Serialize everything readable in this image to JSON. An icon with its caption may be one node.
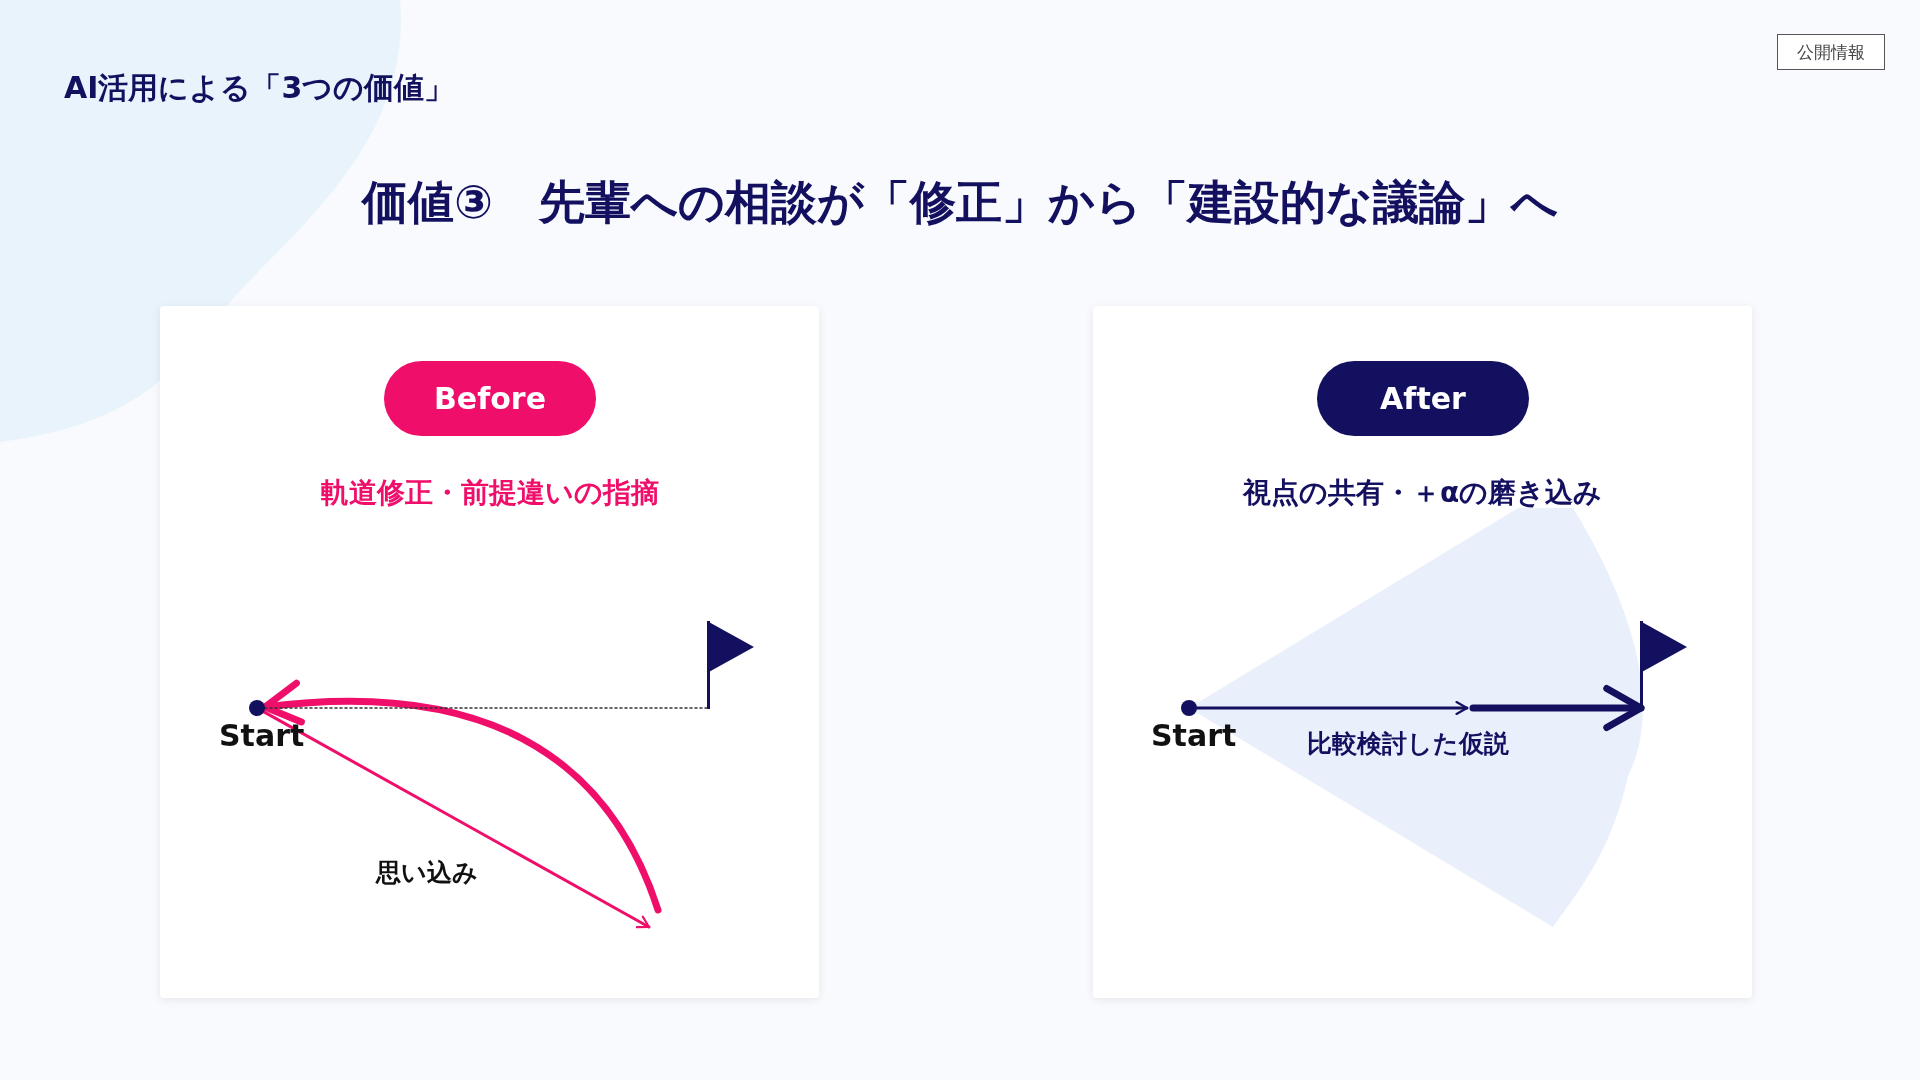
{
  "diagram": {
    "title": "価値③　先輩への相談が「修正」から「建設的な議論」へ",
    "nodes": [
      {
        "text": [],
        "shape": "box"
      },
      {
        "text": [
          "Before"
        ],
        "in": 0
      },
      {
        "text": [],
        "shape": "circle",
        "in": 0,
        "beside": [
          "Start"
        ]
      },
      {
        "text": [],
        "shape": "flag",
        "in": 0
      },
      {
        "text": [],
        "shape": "box"
      },
      {
        "text": [
          "After"
        ],
        "in": 4
      },
      {
        "text": [],
        "shape": "circle",
        "in": 4,
        "beside": [
          "Start"
        ]
      },
      {
        "text": [],
        "shape": "flag",
        "in": 4
      }
    ],
    "edges": [
      {
        "from": 2,
        "to": null,
        "arrow": "to",
        "label": "思い込み",
        "color": "#ef0f6a"
      },
      {
        "from": null,
        "to": 2,
        "arrow": "to",
        "style": "thick",
        "color": "#ef0f6a"
      },
      {
        "from": 2,
        "to": 3,
        "arrow": "none",
        "style": "dashed",
        "color": "#333333"
      },
      {
        "from": 6,
        "to": null,
        "arrow": "to",
        "label": "比較検討した仮説",
        "color": "#13115f"
      },
      {
        "from": null,
        "to": 7,
        "arrow": "to",
        "style": "thick",
        "color": "#13115f"
      }
    ],
    "labels": [
      "公開情報",
      "AI活用による「3つの価値」",
      "軌道修正・前提違いの指摘",
      "視点の共有・＋αの磨き込み"
    ]
  }
}
